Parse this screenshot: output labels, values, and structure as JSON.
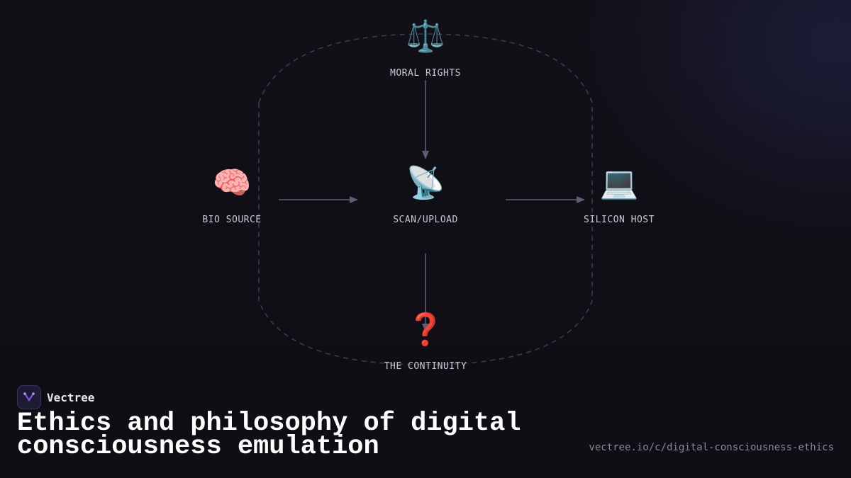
{
  "diagram": {
    "nodes": [
      {
        "id": "moral",
        "icon": "⚖️",
        "icon_name": "balance-scale-icon",
        "label": "MORAL RIGHTS"
      },
      {
        "id": "bio",
        "icon": "🧠",
        "icon_name": "brain-icon",
        "label": "BIO SOURCE"
      },
      {
        "id": "scan",
        "icon": "📡",
        "icon_name": "satellite-dish-icon",
        "label": "SCAN/UPLOAD"
      },
      {
        "id": "silicon",
        "icon": "💻",
        "icon_name": "laptop-icon",
        "label": "SILICON HOST"
      },
      {
        "id": "continuity",
        "icon": "❓",
        "icon_name": "question-mark-icon",
        "label": "THE CONTINUITY"
      }
    ],
    "edges": [
      {
        "from": "moral",
        "to": "scan"
      },
      {
        "from": "bio",
        "to": "scan"
      },
      {
        "from": "scan",
        "to": "silicon"
      },
      {
        "from": "scan",
        "to": "continuity"
      }
    ],
    "colors": {
      "arrow": "#5b5e78",
      "boundary": "#3c3d4c"
    }
  },
  "brand": {
    "name": "Vectree",
    "logo_icon": "vectree-logo-icon",
    "accent": "#8b5cf6"
  },
  "title": "Ethics and philosophy of digital consciousness emulation",
  "url": "vectree.io/c/digital-consciousness-ethics"
}
